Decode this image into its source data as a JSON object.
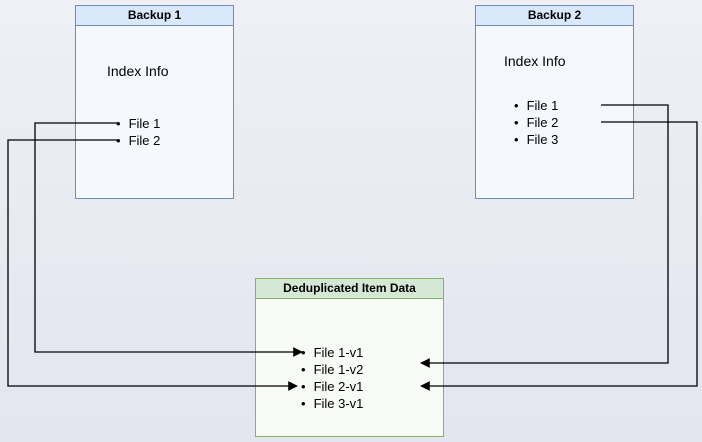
{
  "diagram": {
    "backup1": {
      "title": "Backup 1",
      "subtitle": "Index Info",
      "items": [
        {
          "label": "File 1"
        },
        {
          "label": "File 2"
        }
      ]
    },
    "backup2": {
      "title": "Backup 2",
      "subtitle": "Index Info",
      "items": [
        {
          "label": "File 1"
        },
        {
          "label": "File 2"
        },
        {
          "label": "File 3"
        }
      ]
    },
    "dedup": {
      "title": "Deduplicated Item Data",
      "items": [
        {
          "label": "File 1-v1"
        },
        {
          "label": "File 1-v2"
        },
        {
          "label": "File 2-v1"
        },
        {
          "label": "File 3-v1"
        }
      ]
    },
    "connections": [
      {
        "from": "Backup 1 / File 1",
        "to": "File 1-v1"
      },
      {
        "from": "Backup 1 / File 2",
        "to": "File 2-v1"
      },
      {
        "from": "Backup 2 / File 1",
        "to": "File 1-v2"
      },
      {
        "from": "Backup 2 / File 2",
        "to": "File 2-v1"
      }
    ],
    "colors": {
      "blue_border": "#6c8ebf",
      "blue_header_fill": "#dae8fc",
      "green_border": "#82b366",
      "green_header_fill": "#d5e8d4",
      "arrow": "#000000",
      "background": "#e8e9f2"
    }
  }
}
